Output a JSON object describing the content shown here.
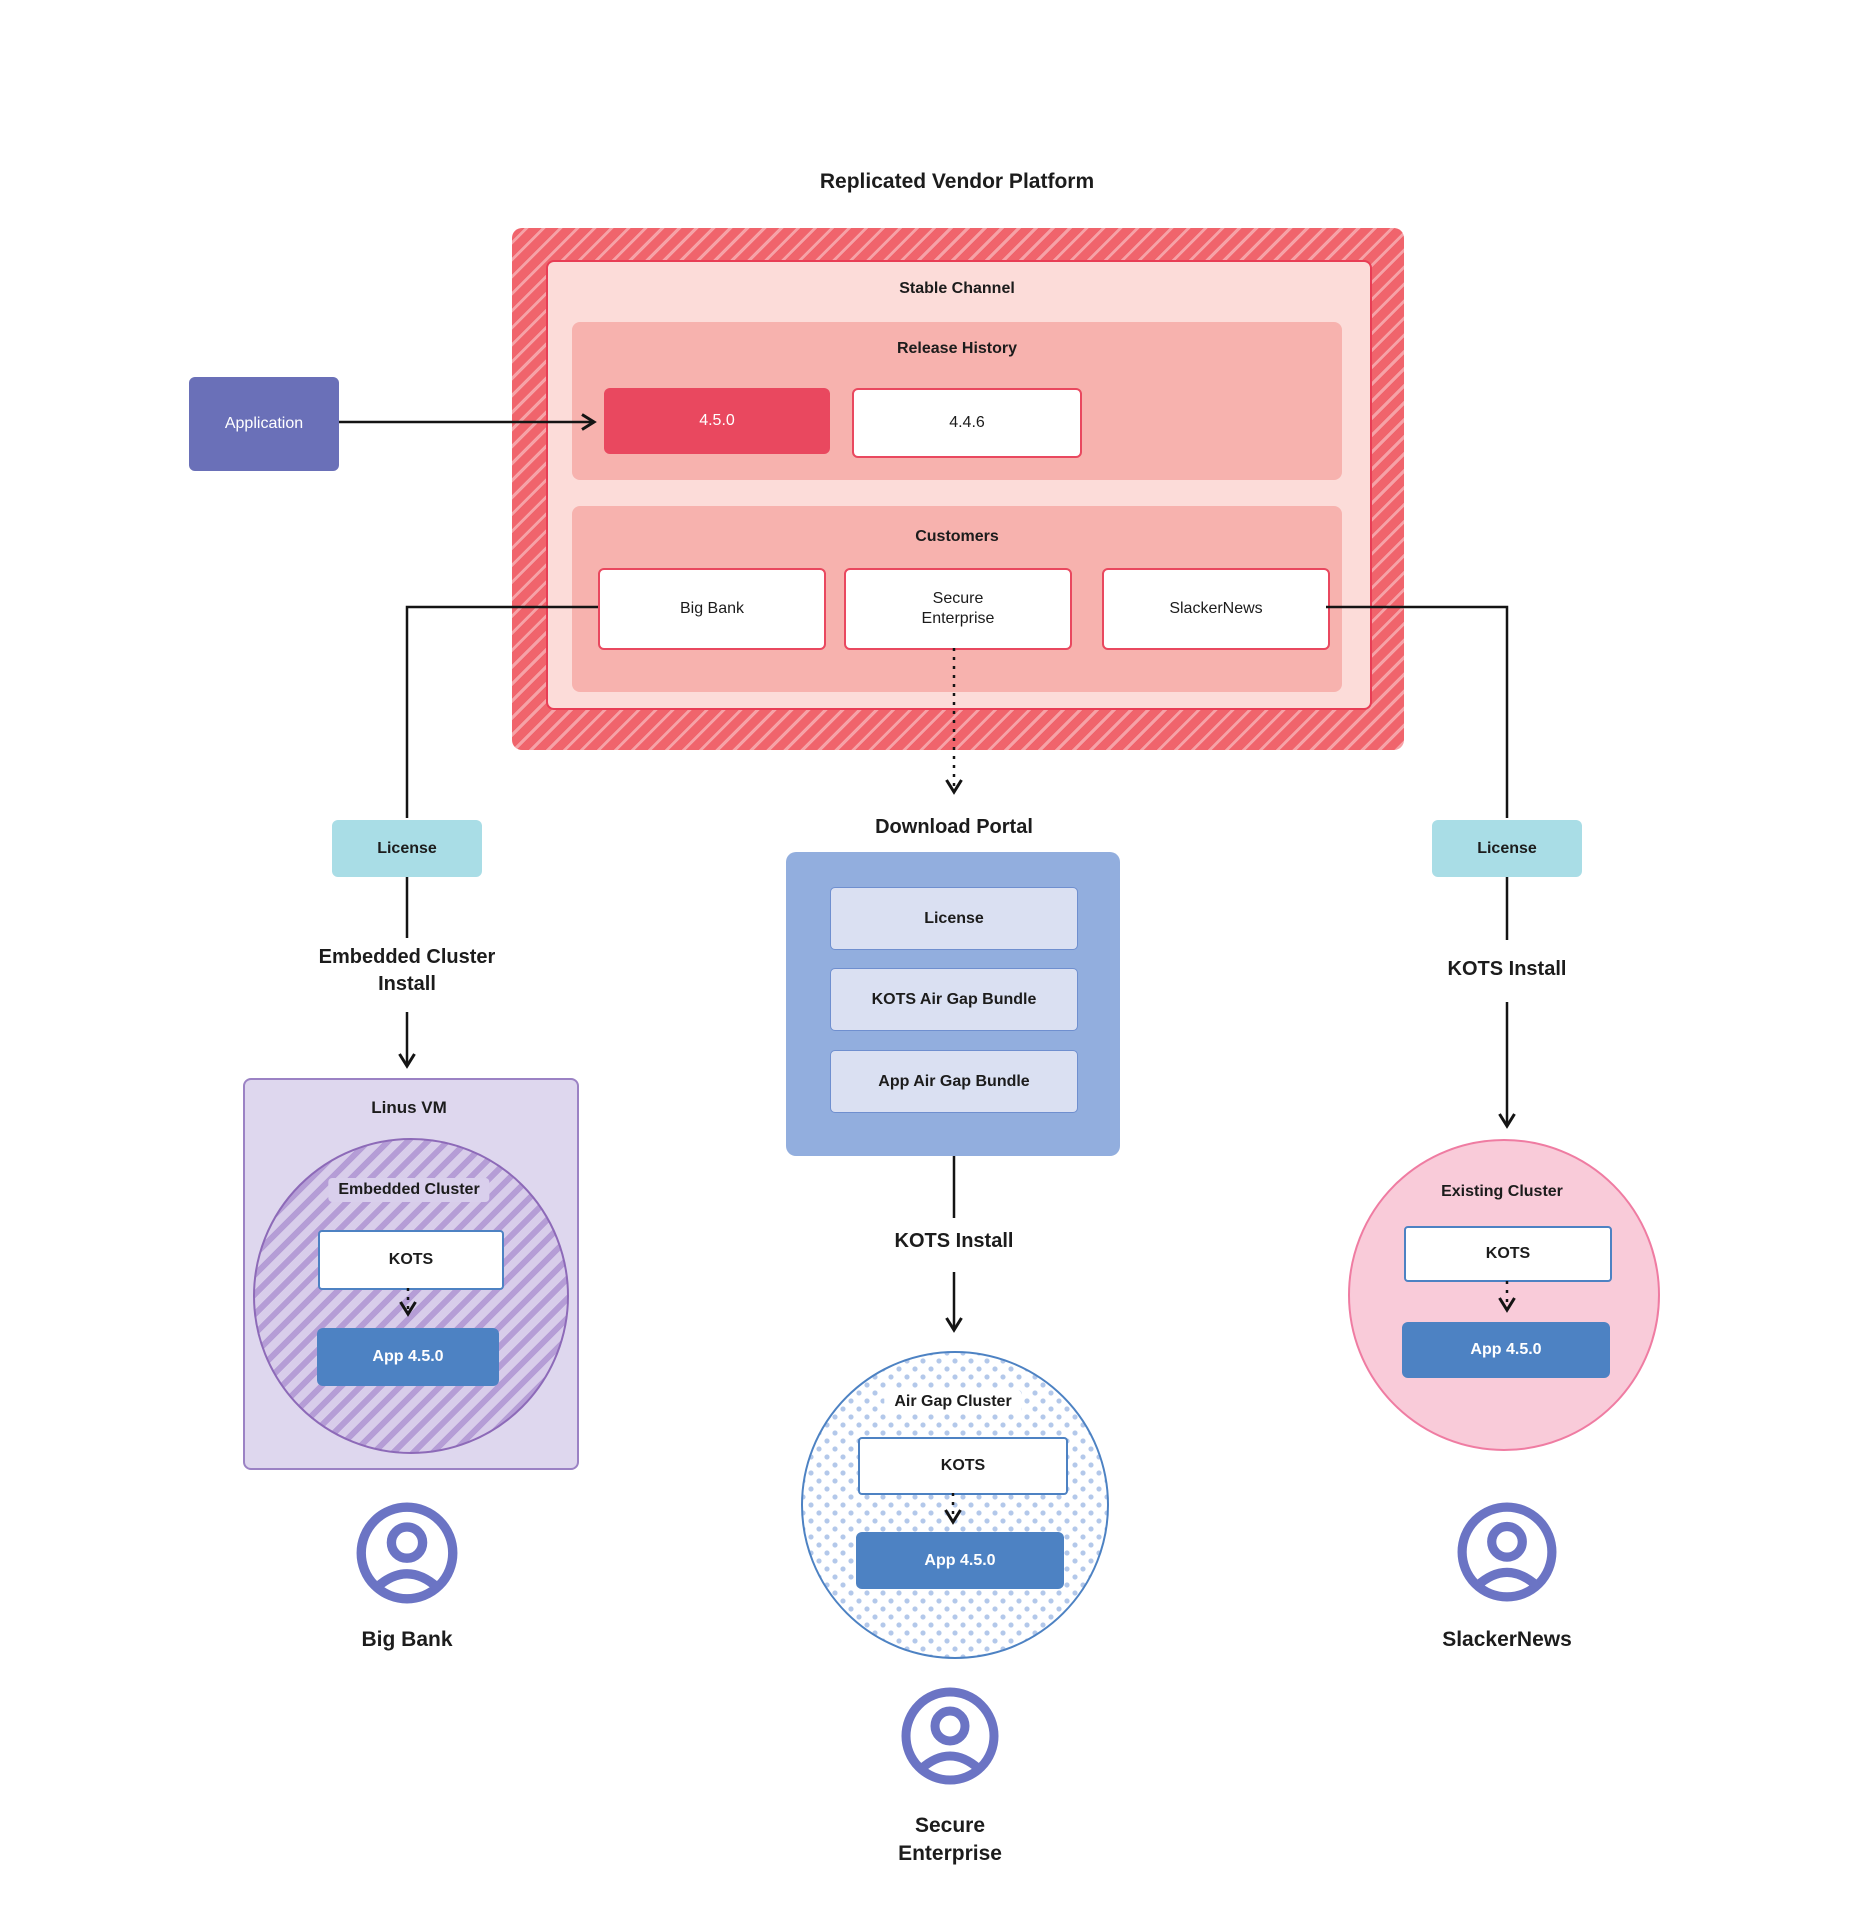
{
  "title": "Replicated Vendor Platform",
  "platform": {
    "stable_channel_label": "Stable Channel",
    "release_history_label": "Release History",
    "releases": [
      "4.5.0",
      "4.4.6"
    ],
    "customers_label": "Customers",
    "customers": [
      "Big Bank",
      "Secure Enterprise",
      "SlackerNews"
    ]
  },
  "application_label": "Application",
  "left_branch": {
    "license_label": "License",
    "install_label": "Embedded Cluster Install",
    "vm_label": "Linus VM",
    "cluster_label": "Embedded Cluster",
    "kots_label": "KOTS",
    "app_label": "App 4.5.0",
    "user_label": "Big Bank"
  },
  "middle_branch": {
    "portal_label": "Download Portal",
    "portal_items": [
      "License",
      "KOTS Air Gap Bundle",
      "App Air Gap Bundle"
    ],
    "install_label": "KOTS Install",
    "cluster_label": "Air Gap Cluster",
    "kots_label": "KOTS",
    "app_label": "App 4.5.0",
    "user_label": "Secure Enterprise"
  },
  "right_branch": {
    "license_label": "License",
    "install_label": "KOTS Install",
    "cluster_label": "Existing Cluster",
    "kots_label": "KOTS",
    "app_label": "App 4.5.0",
    "user_label": "SlackerNews"
  },
  "colors": {
    "platform_hatch_base": "#f0646c",
    "platform_hatch_stripe": "#f6a2a7",
    "stable_channel_bg": "#fcdcd9",
    "stable_channel_border": "#e83d55",
    "panel_bg": "#f7b2ae",
    "release_highlight_bg": "#e9485f",
    "customer_border": "#e9485f",
    "application_bg": "#6a70b8",
    "license_bg": "#a9dde6",
    "portal_bg": "#92aede",
    "portal_item_bg": "#dae0f2",
    "portal_item_border": "#6f8fcf",
    "app_box_bg": "#4d82c3",
    "kots_border": "#4d82c3",
    "vm_bg": "#ded7ee",
    "vm_border": "#9b82c4",
    "embedded_hatch_light": "#d8cdea",
    "embedded_hatch_dark": "#b59dd6",
    "embedded_border": "#8d6ab8",
    "airgap_dot": "#b3c8ea",
    "airgap_border": "#4d82c3",
    "existing_bg": "#f9cbd9",
    "existing_border": "#ef7ca2",
    "user_icon": "#6b74c4",
    "connector_line": "#141414"
  }
}
